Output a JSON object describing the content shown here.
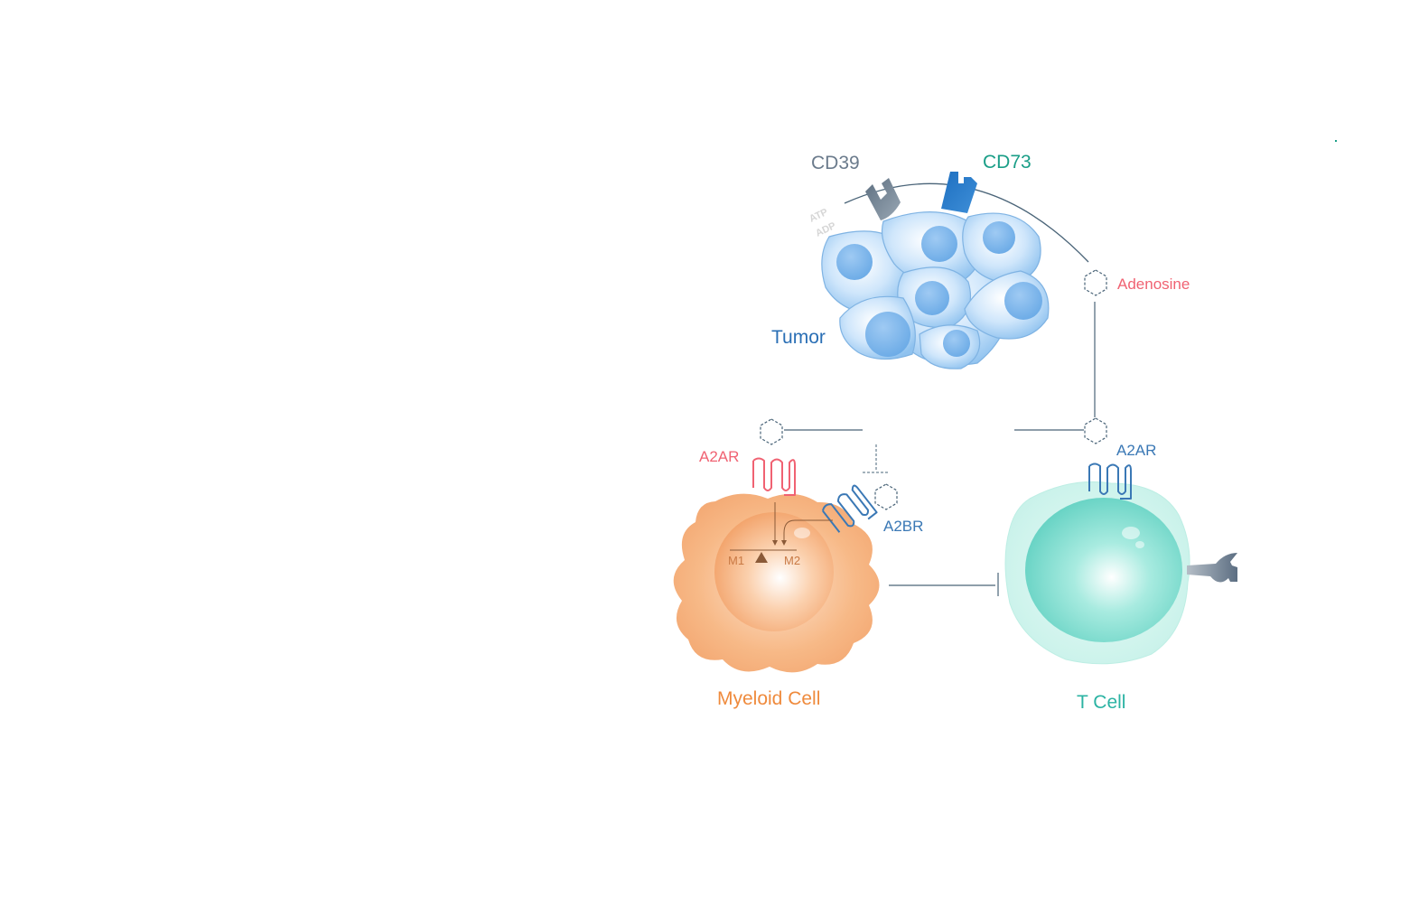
{
  "labels": {
    "cd39": "CD39",
    "cd73": "CD73",
    "tumor": "Tumor",
    "adenosine": "Adenosine",
    "a2ar_myeloid": "A2AR",
    "a2ar_tcell": "A2AR",
    "a2br": "A2BR",
    "m1": "M1",
    "m2": "M2",
    "myeloid_cell": "Myeloid Cell",
    "t_cell": "T Cell",
    "atp": "ATP",
    "adp": "ADP"
  },
  "colors": {
    "cd39_text": "#6b7b8c",
    "cd73_text": "#1a9e87",
    "tumor_text": "#2a6fb5",
    "adenosine_text": "#f06272",
    "a2ar_red": "#f06272",
    "a2_blue": "#3a78b5",
    "myeloid_text": "#ef8a3c",
    "tcell_text": "#2bb3a3",
    "line": "#4a6478"
  }
}
